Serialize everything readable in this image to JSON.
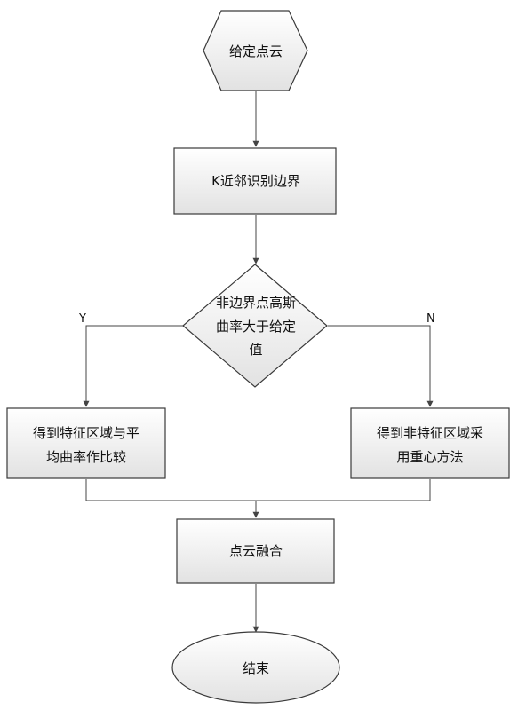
{
  "diagram": {
    "nodes": {
      "start": {
        "text": "给定点云"
      },
      "knn": {
        "text": "K近邻识别边界"
      },
      "decision": {
        "lines": [
          "非边界点高斯",
          "曲率大于给定",
          "值"
        ]
      },
      "feature": {
        "lines": [
          "得到特征区域与平",
          "均曲率作比较"
        ]
      },
      "nonfeature": {
        "lines": [
          "得到非特征区域采",
          "用重心方法"
        ]
      },
      "fusion": {
        "text": "点云融合"
      },
      "end": {
        "text": "结束"
      }
    },
    "edge_labels": {
      "yes": "Y",
      "no": "N"
    }
  },
  "colors": {
    "box_fill_top": "#ffffff",
    "box_fill_bottom": "#e2e2e2",
    "stroke": "#3a3a3a"
  }
}
